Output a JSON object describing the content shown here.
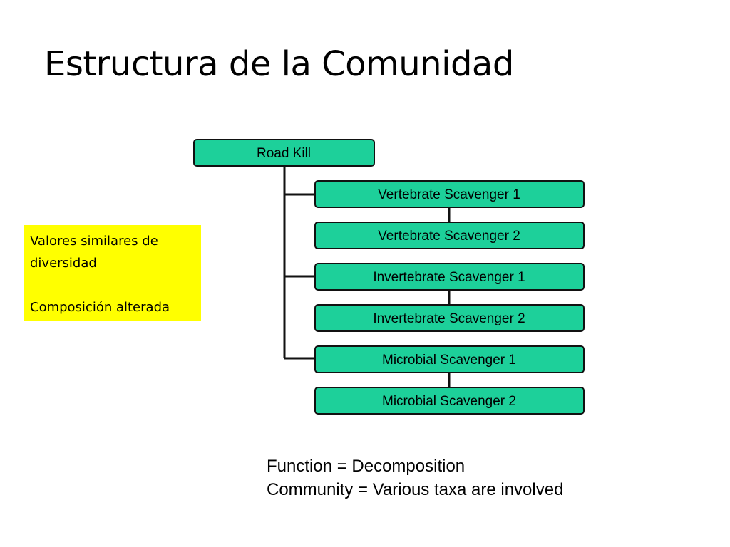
{
  "title": "Estructura de la Comunidad",
  "note": {
    "line1": "Valores similares de",
    "line2": "diversidad",
    "line3": "Composición alterada",
    "background": "#ffff00"
  },
  "diagram": {
    "root": "Road Kill",
    "nodes": [
      "Vertebrate Scavenger 1",
      "Vertebrate Scavenger 2",
      "Invertebrate Scavenger 1",
      "Invertebrate Scavenger 2",
      "Microbial Scavenger 1",
      "Microbial Scavenger 2"
    ],
    "node_color": "#1dd09a"
  },
  "caption": {
    "line1": "Function = Decomposition",
    "line2": "Community = Various taxa are involved"
  }
}
